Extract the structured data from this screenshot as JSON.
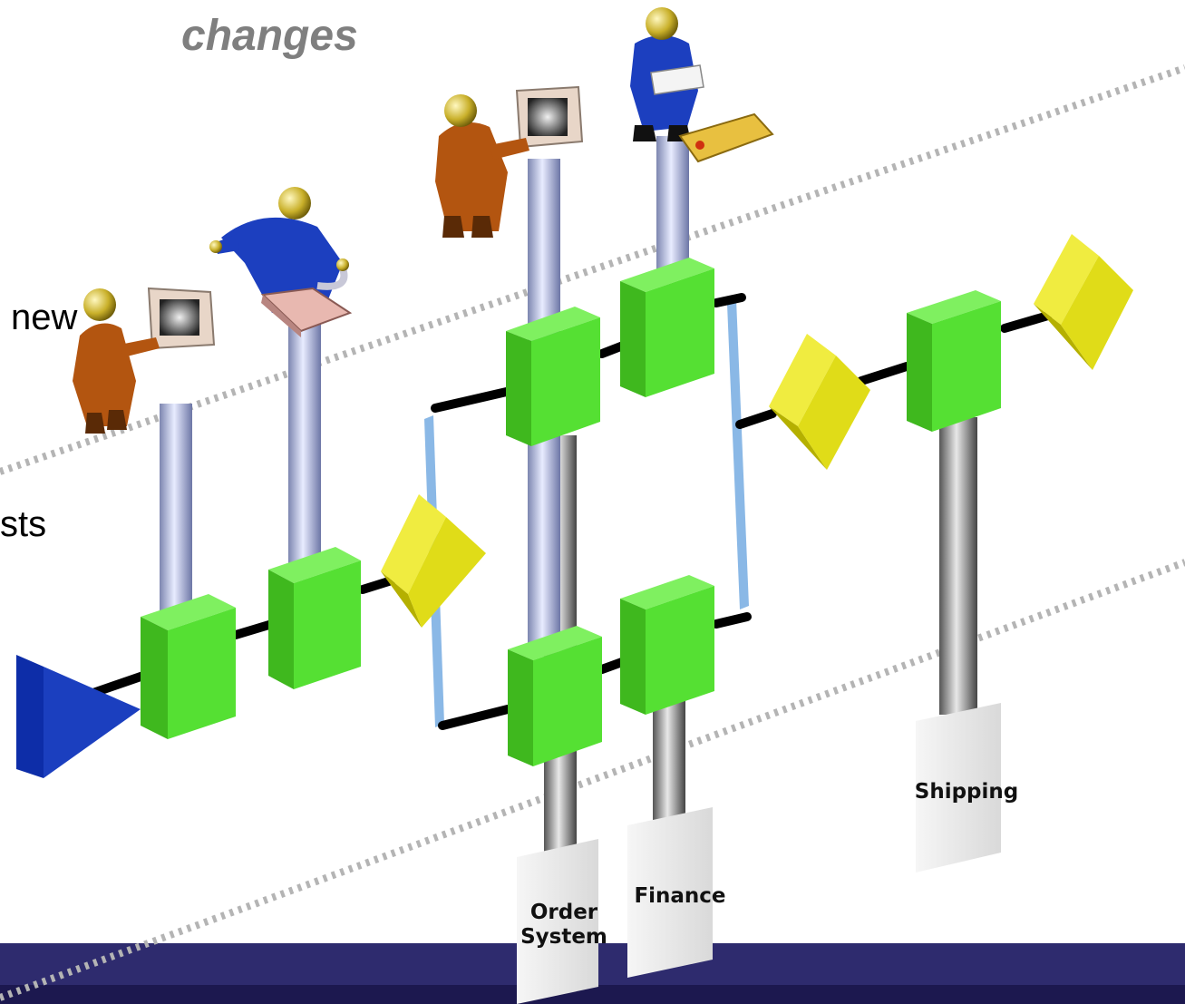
{
  "title_fragment": "changes",
  "text_fragment_new": "new",
  "text_fragment_sts": "sts",
  "systems": {
    "order": "Order System",
    "finance": "Finance",
    "shipping": "Shipping"
  },
  "colors": {
    "activity_box": "#55e033",
    "decision_diamond": "#e0dc18",
    "start_triangle": "#1b3fbf",
    "footer_bar": "#2e2b6e",
    "connector_pipe": "#a9b6e8",
    "system_pipe": "#8c8c8c",
    "flow_line": "#7fb2e0",
    "lane_divider": "#b0b0b0"
  },
  "icons": [
    "person-at-computer-icon",
    "person-with-package-icon",
    "person-at-computer-icon",
    "person-with-card-icon"
  ]
}
